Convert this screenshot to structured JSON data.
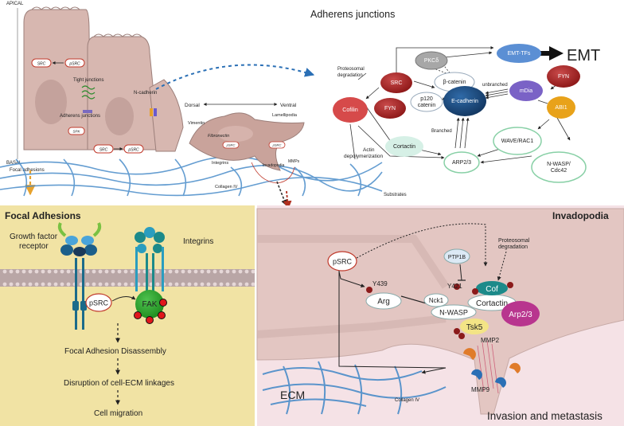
{
  "top_left": {
    "apical": "APICAL",
    "basal": "BASAL",
    "src_1": "SRC",
    "psrc_1": "pSRC",
    "tight_junctions": "Tight junctions",
    "adherens_junctions": "Adherens junctions",
    "ncadherin": "N-cadherin",
    "spk": "SPK",
    "src_2": "SRC",
    "psrc_2": "pSRC",
    "focal_adhesions": "Focal adhesions"
  },
  "migrating_cell": {
    "dorsal": "Dorsal",
    "ventral": "Ventral",
    "vimentin": "Vimentin",
    "lamellipodia": "Lamellipodia",
    "fibronectin": "Fibronectin",
    "psrc_a": "pSRC",
    "psrc_b": "pSRC",
    "integrins": "Integrins",
    "invadopodia": "Invadopodia",
    "mmps": "MMPs",
    "collagen_iv": "Collagen IV"
  },
  "network": {
    "title": "Adherens junctions",
    "emt": "EMT",
    "emt_tfs": "EMT-TFs",
    "pkc": "PKCδ",
    "src": "SRC",
    "fyn_left": "FYN",
    "fyn_right": "FYN",
    "cofilin": "Cofilin",
    "beta_catenin": "β-catenin",
    "p120_line1": "p120",
    "p120_line2": "catenin",
    "ecadherin": "E-cadherin",
    "mdia": "mDia",
    "abi1": "ABI1",
    "cortactin": "Cortactin",
    "wave": "WAVE/RAC1",
    "arp": "ARP2/3",
    "nwasp_line1": "N-WASP/",
    "nwasp_line2": "Cdc42",
    "proteosomal_line1": "Proteosomal",
    "proteosomal_line2": "degradation",
    "actin_line1": "Actin",
    "actin_line2": "depolymerization",
    "unbranched": "unbranched",
    "branched": "Branched",
    "substrates": "Substrates"
  },
  "focal_panel": {
    "title": "Focal Adhesions",
    "growth_line1": "Growth factor",
    "growth_line2": "receptor",
    "integrins": "Integrins",
    "psrc": "pSRC",
    "fak": "FAK",
    "step1": "Focal Adhesion Disassembly",
    "step2": "Disruption of cell-ECM linkages",
    "step3": "Cell migration"
  },
  "invado_panel": {
    "title": "Invadopodia",
    "psrc": "pSRC",
    "y439": "Y439",
    "arg": "Arg",
    "ptp1b": "PTP1B",
    "proteosomal_line1": "Proteosomal",
    "proteosomal_line2": "degradation",
    "y421": "Y421",
    "cof": "Cof",
    "nck1": "Nck1",
    "cortactin": "Cortactin",
    "nwasp": "N-WASP",
    "arp": "Arp2/3",
    "tsk5": "Tsk5",
    "mmp2": "MMP2",
    "mmp9": "MMP9",
    "ecm": "ECM",
    "collagen_iv": "Collagen IV",
    "invasion": "Invasion and metastasis"
  },
  "colors": {
    "focal_bg": "#f1e3a4",
    "invado_bg": "#f5e2e6",
    "membrane": "#b9a6a6",
    "red_node": "#a8191f",
    "teal": "#1c8a8a"
  }
}
